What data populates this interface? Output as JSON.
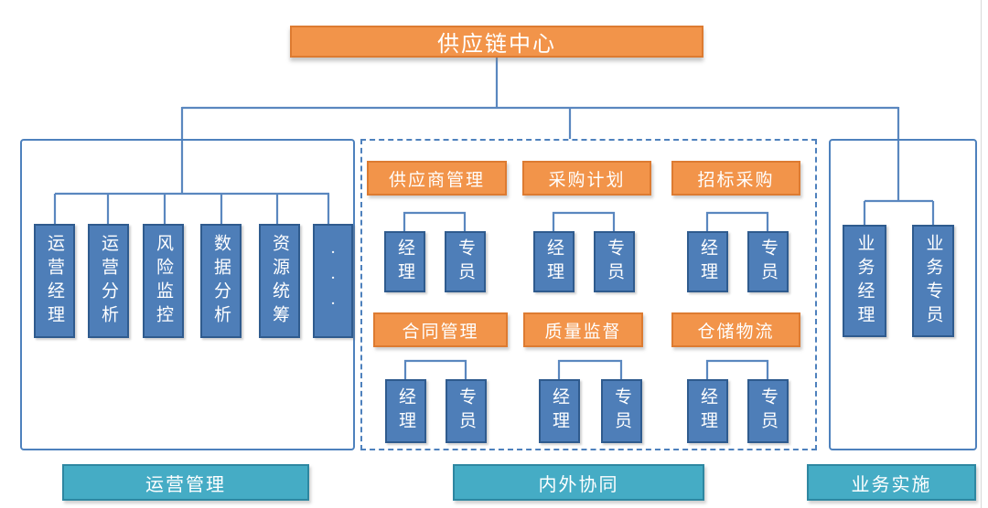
{
  "diagram": {
    "root": "供应链中心",
    "sections": [
      {
        "label": "运营管理",
        "roles": [
          "运营经理",
          "运营分析",
          "风险监控",
          "数据分析",
          "资源统筹",
          "···"
        ]
      },
      {
        "label": "内外协同",
        "departments": [
          {
            "name": "供应商管理",
            "roles": [
              "经理",
              "专员"
            ]
          },
          {
            "name": "采购计划",
            "roles": [
              "经理",
              "专员"
            ]
          },
          {
            "name": "招标采购",
            "roles": [
              "经理",
              "专员"
            ]
          },
          {
            "name": "合同管理",
            "roles": [
              "经理",
              "专员"
            ]
          },
          {
            "name": "质量监督",
            "roles": [
              "经理",
              "专员"
            ]
          },
          {
            "name": "仓储物流",
            "roles": [
              "经理",
              "专员"
            ]
          }
        ]
      },
      {
        "label": "业务实施",
        "roles": [
          "业务经理",
          "业务专员"
        ]
      }
    ]
  },
  "colors": {
    "orange_fill": "#F2944A",
    "orange_border": "#DD7B31",
    "blue_fill": "#4E7EB8",
    "blue_border": "#2F5B8E",
    "teal_fill": "#45ACC5",
    "teal_border": "#2E87A1",
    "connector_line": "#5A87BF"
  }
}
